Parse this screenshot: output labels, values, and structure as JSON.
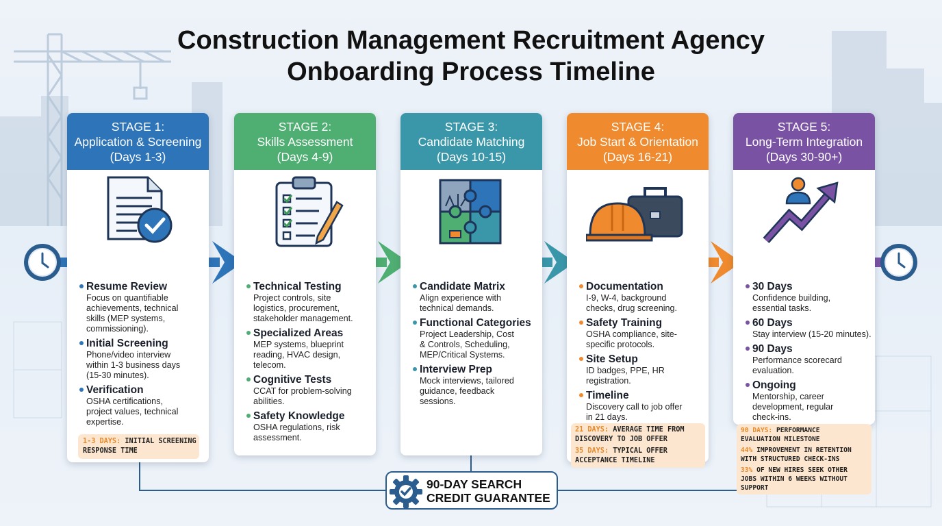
{
  "title": {
    "line1": "Construction Management Recruitment Agency",
    "line2": "Onboarding Process Timeline"
  },
  "stages": [
    {
      "label": "STAGE 1:",
      "name": "Application & Screening",
      "days": "(Days 1-3)",
      "color": "#2e74b8",
      "icon": "document-check-icon",
      "items": [
        {
          "title": "Resume Review",
          "desc": [
            "Focus on quantifiable",
            "achievements, technical",
            "skills (MEP systems,",
            "commissioning)."
          ]
        },
        {
          "title": "Initial Screening",
          "desc": [
            "Phone/video interview",
            "within 1-3 business days",
            "(15-30 minutes)."
          ]
        },
        {
          "title": "Verification",
          "desc": [
            "OSHA certifications,",
            "project values, technical",
            "expertise."
          ]
        }
      ]
    },
    {
      "label": "STAGE 2:",
      "name": "Skills Assessment",
      "days": "(Days 4-9)",
      "color": "#4fae72",
      "icon": "clipboard-checklist-icon",
      "items": [
        {
          "title": "Technical Testing",
          "desc": [
            "Project controls, site",
            "logistics, procurement,",
            "stakeholder management."
          ]
        },
        {
          "title": "Specialized Areas",
          "desc": [
            "MEP systems, blueprint",
            "reading, HVAC design,",
            "telecom."
          ]
        },
        {
          "title": "Cognitive Tests",
          "desc": [
            "CCAT for problem-solving",
            "abilities."
          ]
        },
        {
          "title": "Safety Knowledge",
          "desc": [
            "OSHA regulations, risk",
            "assessment."
          ]
        }
      ]
    },
    {
      "label": "STAGE 3:",
      "name": "Candidate Matching",
      "days": "(Days 10-15)",
      "color": "#3a97a9",
      "icon": "puzzle-icon",
      "items": [
        {
          "title": "Candidate Matrix",
          "desc": [
            "Align experience with",
            "technical demands."
          ]
        },
        {
          "title": "Functional Categories",
          "desc": [
            "Project Leadership, Cost",
            "& Controls, Scheduling,",
            "MEP/Critical Systems."
          ]
        },
        {
          "title": "Interview Prep",
          "desc": [
            "Mock interviews, tailored",
            "guidance, feedback",
            "sessions."
          ]
        }
      ]
    },
    {
      "label": "STAGE 4:",
      "name": "Job Start & Orientation",
      "days": "(Days 16-21)",
      "color": "#ef8a2e",
      "icon": "hardhat-briefcase-icon",
      "items": [
        {
          "title": "Documentation",
          "desc": [
            "I-9, W-4, background",
            "checks, drug screening."
          ]
        },
        {
          "title": "Safety Training",
          "desc": [
            "OSHA compliance, site-",
            "specific protocols."
          ]
        },
        {
          "title": "Site Setup",
          "desc": [
            "ID badges, PPE, HR",
            "registration."
          ]
        },
        {
          "title": "Timeline",
          "desc": [
            "Discovery call to job offer",
            "in 21 days."
          ]
        }
      ]
    },
    {
      "label": "STAGE 5:",
      "name": "Long-Term Integration",
      "days": "(Days 30-90+)",
      "color": "#7a52a3",
      "icon": "growth-arrow-person-icon",
      "items": [
        {
          "title": "30 Days",
          "desc": [
            "Confidence building,",
            "essential tasks."
          ]
        },
        {
          "title": "60 Days",
          "desc": [
            "Stay interview (15-20 minutes)."
          ]
        },
        {
          "title": "90 Days",
          "desc": [
            "Performance scorecard",
            "evaluation."
          ]
        },
        {
          "title": "Ongoing",
          "desc": [
            "Mentorship, career",
            "development, regular",
            "check-ins."
          ]
        }
      ]
    }
  ],
  "notes": {
    "stage1": [
      {
        "hl": "1-3 DAYS:",
        "rest": " INITIAL SCREENING",
        "line2": "RESPONSE TIME"
      }
    ],
    "stage4": [
      {
        "hl": "21 DAYS:",
        "rest": " AVERAGE TIME FROM",
        "line2": "DISCOVERY TO JOB OFFER"
      },
      {
        "hl": "35 DAYS:",
        "rest": " TYPICAL OFFER",
        "line2": "ACCEPTANCE TIMELINE"
      }
    ],
    "stage5": [
      {
        "hl": "90 DAYS:",
        "rest": " PERFORMANCE",
        "line2": "EVALUATION MILESTONE"
      },
      {
        "hl": "44%",
        "rest": " IMPROVEMENT IN RETENTION",
        "line2": "WITH STRUCTURED CHECK-INS"
      },
      {
        "hl": "33%",
        "rest": " OF NEW HIRES SEEK OTHER",
        "line2": "JOBS WITHIN 6 WEEKS WITHOUT",
        "line3": "SUPPORT"
      }
    ]
  },
  "guarantee": {
    "line1": "90-DAY SEARCH",
    "line2": "CREDIT GUARANTEE",
    "icon": "gear-check-icon"
  },
  "colors": {
    "navy": "#2b5c8e",
    "accent_orange": "#e98a2a",
    "note_bg": "#fce6cf"
  }
}
